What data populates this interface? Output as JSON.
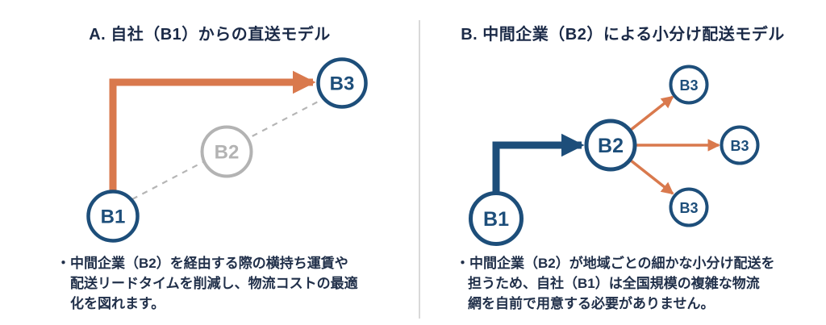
{
  "colors": {
    "navy": "#1d4e7a",
    "navy_dark": "#1b2a47",
    "orange": "#d9794d",
    "gray_node": "#b3b3b3",
    "dashed_line": "#b5b5b5",
    "divider": "#d9d9d9",
    "body_text": "#21304a"
  },
  "panel_a": {
    "title": "A. 自社（B1）からの直送モデル",
    "node_b1": "B1",
    "node_b2": "B2",
    "node_b3": "B3",
    "note_lines": [
      "・中間企業（B2）を経由する際の横持ち運賃や",
      "配送リードタイムを削減し、物流コストの最適",
      "化を図れます。"
    ]
  },
  "panel_b": {
    "title": "B. 中間企業（B2）による小分け配送モデル",
    "node_b1": "B1",
    "node_b2": "B2",
    "node_b3_top": "B3",
    "node_b3_mid": "B3",
    "node_b3_bottom": "B3",
    "note_lines": [
      "・中間企業（B2）が地域ごとの細かな小分け配送を",
      "担うため、自社（B1）は全国規模の複雑な物流",
      "網を自前で用意する必要がありません。"
    ]
  }
}
